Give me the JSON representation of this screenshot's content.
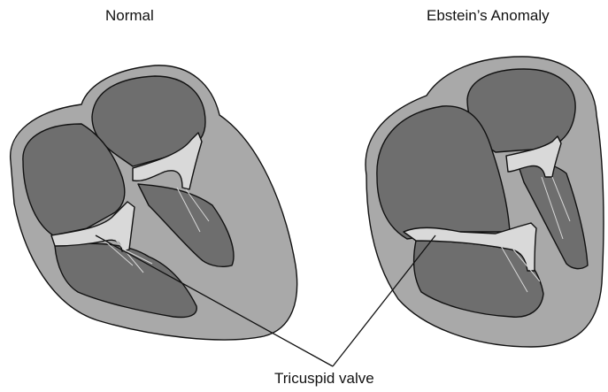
{
  "labels": {
    "normal": "Normal",
    "ebstein": "Ebstein’s Anomaly",
    "valve": "Tricuspid valve"
  },
  "colors": {
    "outer": "#a9a9a9",
    "chamber": "#6e6e6e",
    "dark": "#555555",
    "valve": "#d9d9d9",
    "stroke": "#111111"
  }
}
